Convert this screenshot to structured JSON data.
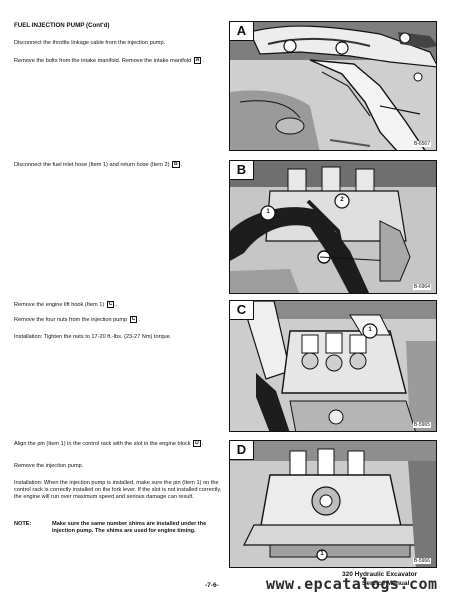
{
  "heading": "FUEL INJECTION PUMP (Cont'd)",
  "paras": [
    {
      "t": "Disconnect the throttle linkage cable from the injection pump."
    },
    {
      "t": "Remove the bolts from the intake manifold. Remove the intake manifold",
      "box": "A",
      "end": "."
    },
    {
      "t": "Disconnect the fuel inlet hose (Item 1) and return hose (Item 2)",
      "box": "B",
      "end": "."
    },
    {
      "t": "Remove the engine lift hook (Item 1)",
      "box": "C",
      "end": "."
    },
    {
      "t": "Remove the four nuts from the injection pump",
      "box": "C",
      "end": "."
    },
    {
      "t": "Installation: Tighten the nuts to 17-20 ft.-lbs. (23-27 Nm) torque."
    },
    {
      "t": "Align the pin (Item 1) in the control rack with the slot in the engine block",
      "box": "D",
      "end": "."
    },
    {
      "t": "Remove the injection pump."
    },
    {
      "t": "Installation: When the injection pump is installed, make sure the pin (Item 1) on the control rack is correctly installed on the fork lever. If the slot is not installed correctly, the engine will run over maximum speed and serious damage can result."
    }
  ],
  "note": {
    "label": "NOTE:",
    "text": "Make sure the same number shims are installed under the injection pump. The shims are used for engine timing."
  },
  "figures": [
    {
      "letter": "A",
      "code": "B-6567"
    },
    {
      "letter": "B",
      "code": "B-6964",
      "callouts": [
        "1",
        "2"
      ]
    },
    {
      "letter": "C",
      "code": "B-5965",
      "callouts": [
        "1"
      ]
    },
    {
      "letter": "D",
      "code": "B-5966",
      "callouts": [
        "1"
      ]
    }
  ],
  "footer": {
    "page": "-7-6-",
    "title_line1": "320 Hydraulic Excavator",
    "title_line2": "Service Manual",
    "watermark": "www.epcatalogs.com"
  }
}
